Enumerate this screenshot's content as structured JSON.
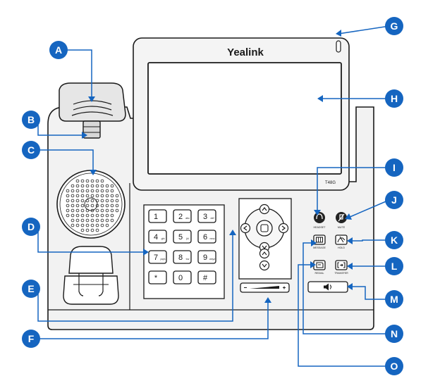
{
  "colors": {
    "callout": "#1565c0",
    "outline": "#1a1a1a",
    "body_fill": "#f2f2f2",
    "screen_fill": "#ffffff",
    "icon_dark": "#222222"
  },
  "device": {
    "brand": "Yealink",
    "model": "T48G"
  },
  "keypad": {
    "keys": [
      "1",
      "2",
      "3",
      "4",
      "5",
      "6",
      "7",
      "8",
      "9",
      "*",
      "0",
      "#"
    ],
    "sublabels": [
      "",
      "abc",
      "def",
      "ghi",
      "jkl",
      "mno",
      "pqrs",
      "tuv",
      "wxyz",
      "",
      "",
      ""
    ]
  },
  "function_keys": {
    "headset": "HEADSET",
    "mute": "MUTE",
    "message": "MESSAGE",
    "hold": "HOLD",
    "redial": "REDIAL",
    "transfer": "TRANSFER"
  },
  "callouts": [
    "A",
    "B",
    "C",
    "D",
    "E",
    "F",
    "G",
    "H",
    "I",
    "J",
    "K",
    "L",
    "M",
    "N",
    "O"
  ],
  "icons": {
    "headset": "headset-icon",
    "mute": "mute-icon",
    "message": "message-icon",
    "hold": "hold-icon",
    "redial": "redial-icon",
    "transfer": "transfer-icon",
    "speaker": "speakerphone-icon",
    "ok": "ok-icon"
  }
}
